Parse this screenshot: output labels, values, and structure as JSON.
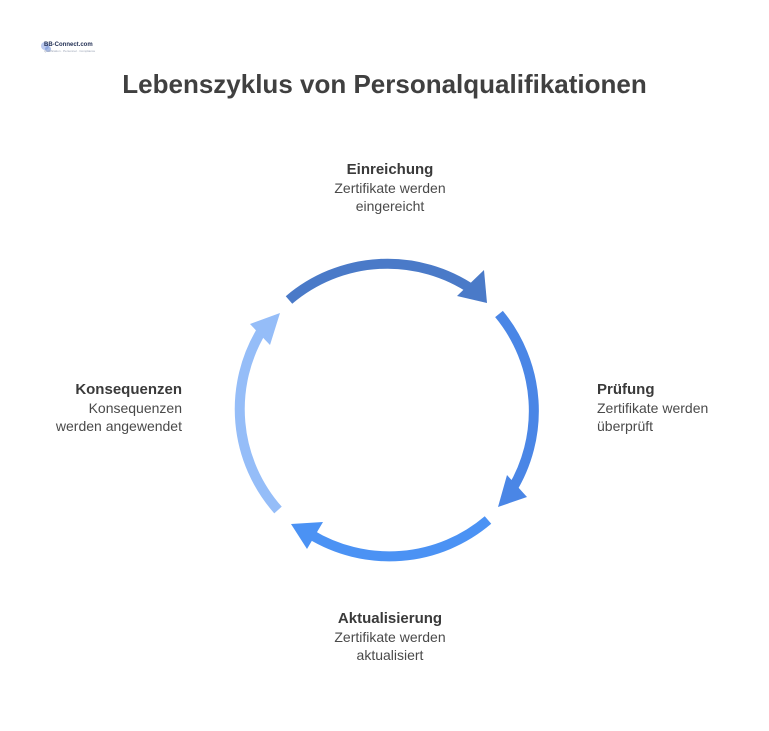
{
  "logo": {
    "text": "BB-Connect.com",
    "tagline": "Qualification · Personnel · Compliance"
  },
  "title": "Lebenszyklus von Personalqualifikationen",
  "stages": {
    "top": {
      "heading": "Einreichung",
      "desc_line1": "Zertifikate werden",
      "desc_line2": "eingereicht"
    },
    "right": {
      "heading": "Prüfung",
      "desc_line1": "Zertifikate werden",
      "desc_line2": "überprüft"
    },
    "bottom": {
      "heading": "Aktualisierung",
      "desc_line1": "Zertifikate werden",
      "desc_line2": "aktualisiert"
    },
    "left": {
      "heading": "Konsequenzen",
      "desc_line1": "Konsequenzen",
      "desc_line2": "werden angewendet"
    }
  },
  "colors": {
    "arc_top": "#4a7ac8",
    "arc_right": "#4a86e6",
    "arc_bottom": "#4b92f4",
    "arc_left": "#95bdf8"
  }
}
